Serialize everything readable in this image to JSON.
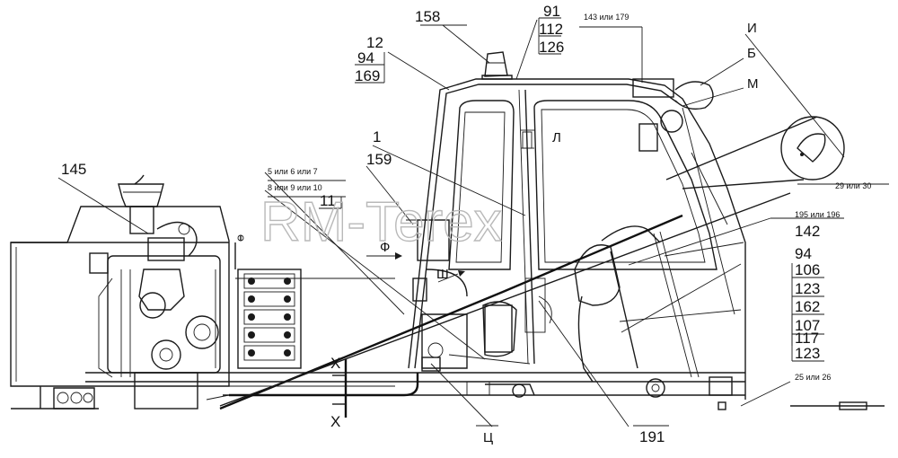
{
  "watermark": "RM-Terex",
  "callouts": {
    "c158": "158",
    "c91": "91",
    "c112": "112",
    "c126": "126",
    "c143_179": "143 или 179",
    "c12": "12",
    "c94a": "94",
    "c169": "169",
    "cI": "И",
    "cB": "Б",
    "cM": "М",
    "c1": "1",
    "cL": "Л",
    "c159": "159",
    "c5_6_7": "5 или 6 или 7",
    "c8_9_10": "8 или 9 или 10",
    "c11": "11",
    "c145": "145",
    "c29_30": "29 или 30",
    "c195_196": "195 или 196",
    "c142": "142",
    "cF": "Ф",
    "cSh": "Ш",
    "c94b": "94",
    "c106": "106",
    "c123a": "123",
    "c162": "162",
    "c107": "107",
    "c117": "117",
    "c123b": "123",
    "cX1": "X",
    "cX2": "X",
    "c25_26": "25 или 26",
    "cTs": "Ц",
    "c191": "191"
  }
}
